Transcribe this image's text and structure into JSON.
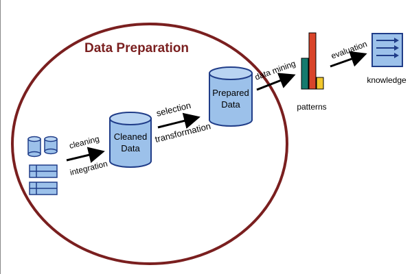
{
  "colors": {
    "ellipse_stroke": "#7a1f1f",
    "title_text": "#7a1f1f",
    "cylinder_fill": "#9cc1ea",
    "cylinder_top": "#b9d4f2",
    "cylinder_stroke": "#1f3c88",
    "arrow": "#000000",
    "bar_teal": "#157a6e",
    "bar_red": "#d9442a",
    "bar_yellow": "#f2c72c",
    "knowledge_fill": "#9cc1ea",
    "knowledge_stroke": "#1f3c88"
  },
  "diagram": {
    "title": "Data Preparation",
    "sources_icon": "database-cylinders-and-tables-icon",
    "cleaned": {
      "line1": "Cleaned",
      "line2": "Data"
    },
    "prepared": {
      "line1": "Prepared",
      "line2": "Data"
    },
    "steps": {
      "cleaning": "cleaning",
      "integration": "integration",
      "selection": "selection",
      "transformation": "transformation",
      "data_mining": "data mining",
      "evaluation": "evaluation"
    },
    "patterns_label": "patterns",
    "patterns_icon": "bar-chart-icon",
    "knowledge_label": "knowledge",
    "knowledge_icon": "knowledge-document-icon"
  }
}
